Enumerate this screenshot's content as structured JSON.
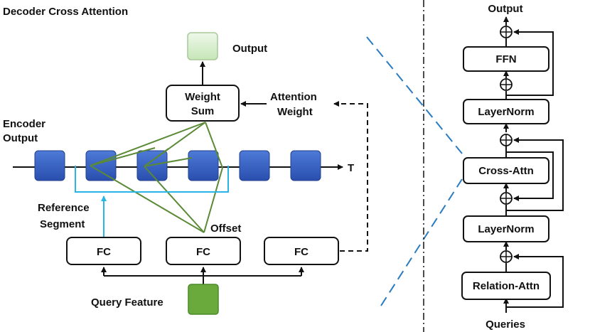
{
  "left_panel": {
    "title": "Decoder Cross Attention",
    "output_label": "Output",
    "weight_sum_line1": "Weight",
    "weight_sum_line2": "Sum",
    "attention_weight_line1": "Attention",
    "attention_weight_line2": "Weight",
    "encoder_output_line1": "Encoder",
    "encoder_output_line2": "Output",
    "time_axis_label": "T",
    "reference_segment_line1": "Reference",
    "reference_segment_line2": "Segment",
    "offset_label": "Offset",
    "fc_labels": [
      "FC",
      "FC",
      "FC"
    ],
    "query_feature_label": "Query Feature"
  },
  "right_panel": {
    "output_label": "Output",
    "ffn_label": "FFN",
    "layernorm_top_label": "LayerNorm",
    "cross_attn_label": "Cross-Attn",
    "layernorm_bottom_label": "LayerNorm",
    "relation_attn_label": "Relation-Attn",
    "queries_label": "Queries",
    "add_symbol": "⊕"
  },
  "colors": {
    "encoder_block": "#3a64c8",
    "green_lines": "#5a8a36",
    "cyan_bracket": "#29b5e8",
    "dashed_divider": "#2a7bc0",
    "query_feature": "#6aaa3c",
    "output_box": "#d8efd0"
  }
}
